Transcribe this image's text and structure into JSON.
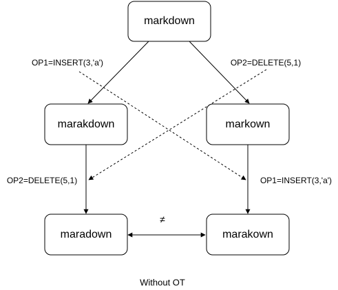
{
  "nodes": {
    "top": "markdown",
    "left": "marakdown",
    "right": "markown",
    "bottom_left": "maradown",
    "bottom_right": "marakown"
  },
  "edge_labels": {
    "op1_top": "OP1=INSERT(3,'a')",
    "op2_top": "OP2=DELETE(5,1)",
    "op2_left": "OP2=DELETE(5,1)",
    "op1_right": "OP1=INSERT(3,'a')"
  },
  "inequality": "≠",
  "caption": "Without OT",
  "colors": {
    "stroke": "#000000",
    "background": "#ffffff"
  }
}
